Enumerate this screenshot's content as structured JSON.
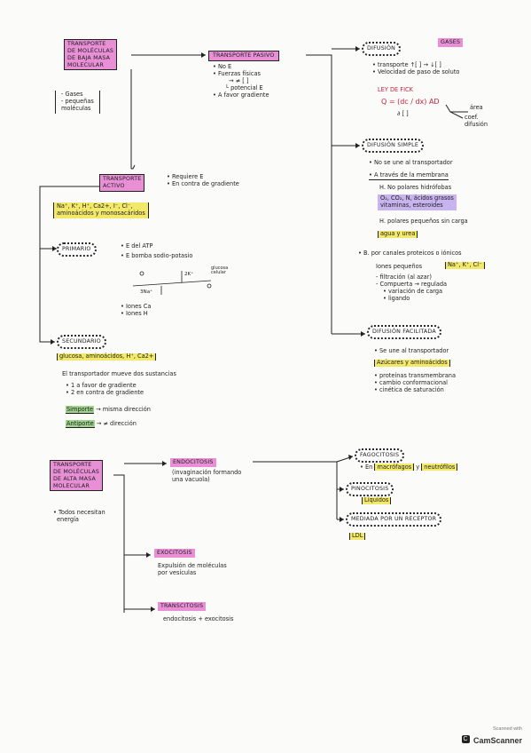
{
  "sec1": {
    "title": [
      "TRANSPORTE",
      "DE MOLÉCULAS",
      "DE BAJA MASA",
      "MOLECULAR"
    ],
    "bullets": [
      "- Gases",
      "- pequeñas",
      "  moléculas"
    ]
  },
  "pasivo": {
    "title": "TRANSPORTE PASIVO",
    "notes": [
      "• No E",
      "• Fuerzas físicas",
      "→ ≠ [ ]",
      "└ potencial E",
      "• A favor gradiente"
    ]
  },
  "difusion": {
    "title": "DIFUSIÓN",
    "tag": "GASES",
    "lines": [
      "• transporte ↑[ ] → ↓[ ]",
      "• Velocidad de paso de soluto"
    ],
    "law": "LEY DE FICK",
    "formula": "Q = (dc / dx) AD",
    "formula_sub": "∂ [ ]",
    "area": "área",
    "coef": "coef. difusión"
  },
  "simple": {
    "title": "DIFUSIÓN SIMPLE",
    "l1": "• No se une al transportador",
    "l2": "• A través de la membrana",
    "np_label": "H. No polares hidrófobas",
    "np_items": [
      "O₂, CO₂, N, ácidos grasos",
      "vitaminas, esteroides"
    ],
    "polar_label": "H. polares pequeños sin carga",
    "polar_items": "agua y urea",
    "canal_label": "• B. por canales proteicos o iónicos",
    "ions_label": "Iones pequeños",
    "ions_box": "Na⁺, K⁺, Cl⁻",
    "canal_items": [
      "- filtración (al azar)",
      "- Compuerta → regulada",
      "  • variación de carga",
      "  • ligando"
    ]
  },
  "facilitada": {
    "title": "DIFUSIÓN FACILITADA",
    "l1": "• Se une al transportador",
    "box": "Azúcares y aminoácidos",
    "items": [
      "• proteínas transmembrana",
      "• cambio conformacional",
      "• cinética de saturación"
    ]
  },
  "activo": {
    "title": [
      "TRANSPORTE",
      "ACTIVO"
    ],
    "notes": [
      "• Requiere E",
      "• En contra de gradiente"
    ],
    "box": [
      "Na⁺, K⁺, H⁺, Ca2+, I⁻, Cl⁻,",
      "aminoácidos y monosacáridos"
    ]
  },
  "primario": {
    "title": "PRIMARIO",
    "notes": [
      "• E del ATP",
      "• E bomba sodio-potasio"
    ],
    "diagram": [
      "3Na⁺",
      "2K⁺",
      "glucosa celular"
    ],
    "ions": [
      "• Iones Ca",
      "• Iones H"
    ]
  },
  "secundario": {
    "title": "SECUNDARIO",
    "box": "glucosa, aminoácidos, H⁺, Ca2+",
    "text": "El transportador mueve dos sustancias",
    "items": [
      "• 1 a favor de gradiente",
      "• 2 en contra de gradiente"
    ],
    "simporte": "Simporte",
    "simporte_text": "→ misma dirección",
    "antiporte": "Antiporte",
    "antiporte_text": "→ ≠ dirección"
  },
  "sec2": {
    "title": [
      "TRANSPORTE",
      "DE MOLÉCULAS",
      "DE ALTA MASA",
      "MOLECULAR"
    ],
    "note": [
      "• Todos necesitan",
      "energía"
    ]
  },
  "endo": {
    "title": "ENDOCITOSIS",
    "text": [
      "(invaginación formando",
      "una vacuola)"
    ]
  },
  "fago": {
    "title": "FAGOCITOSIS",
    "prefix": "• En",
    "b1": "macrófagos",
    "mid": "y",
    "b2": "neutrófilos"
  },
  "pino": {
    "title": "PINOCITOSIS",
    "box": "Líquidos"
  },
  "receptor": {
    "title": "MEDIADA POR UN RECEPTOR",
    "box": "LDL"
  },
  "exo": {
    "title": "EXOCITOSIS",
    "text": [
      "Expulsión de moléculas",
      "por vesículas"
    ]
  },
  "trans": {
    "title": "TRANSCITOSIS",
    "text": "endocitosis + exocitosis"
  },
  "watermark": {
    "small": "Scanned with",
    "brand": "CamScanner"
  },
  "colors": {
    "pink": "#e88fd6",
    "yellow": "#f2e86a",
    "lavender": "#c7b4ee",
    "green": "#9fd48d",
    "red": "#c4243b"
  }
}
